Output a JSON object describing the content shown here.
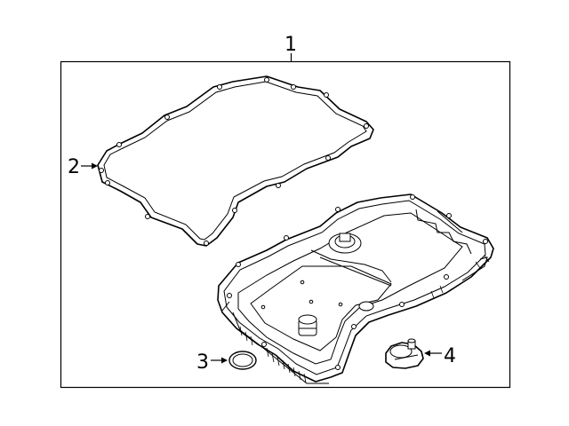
{
  "diagram": {
    "callouts": [
      {
        "number": "1",
        "part": "pan-assembly"
      },
      {
        "number": "2",
        "part": "gasket"
      },
      {
        "number": "3",
        "part": "o-ring"
      },
      {
        "number": "4",
        "part": "drain-plug"
      }
    ],
    "line_color": "#000000",
    "background": "#ffffff"
  }
}
